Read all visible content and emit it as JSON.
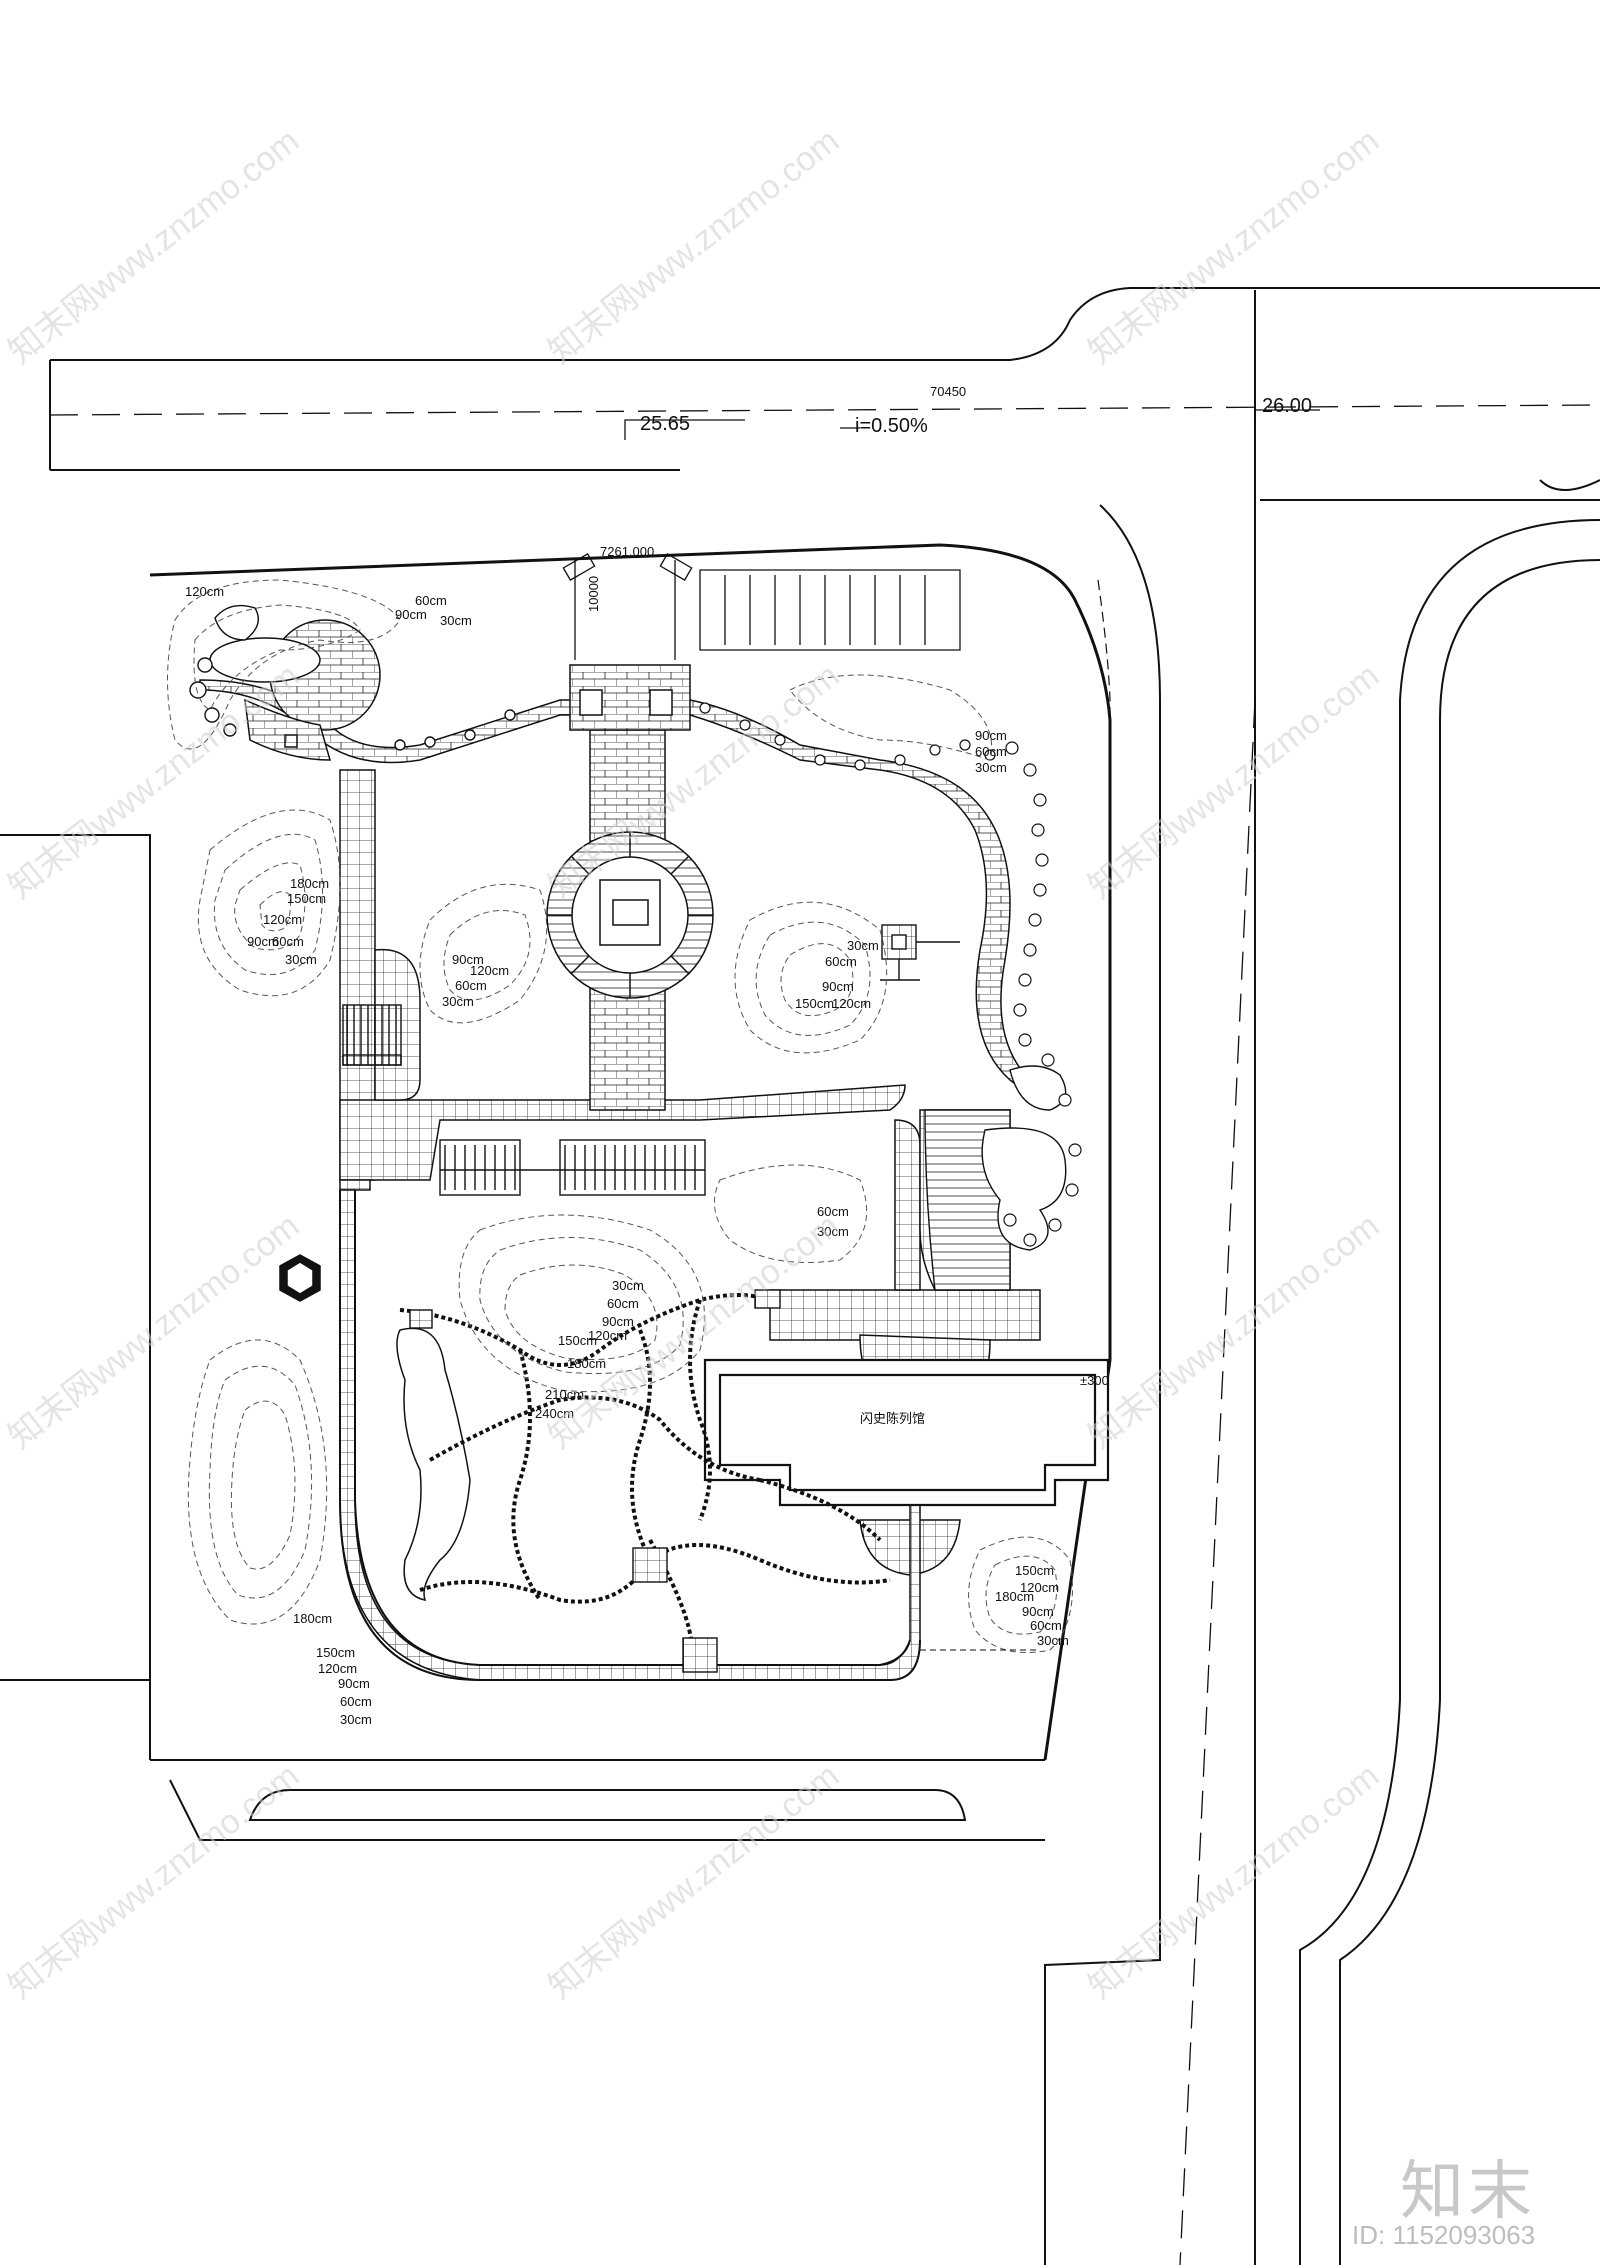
{
  "elevations": {
    "left": "25.65",
    "right": "26.00"
  },
  "slope": "i=0.50%",
  "dimensions": {
    "road_length": "70450",
    "entrance_width": "10000",
    "entrance_side": "7261.000"
  },
  "building": {
    "name": "闪史陈列馆",
    "tag": "±300"
  },
  "contours": {
    "nw": [
      "120cm",
      "60cm",
      "90cm",
      "30cm"
    ],
    "w": [
      "180cm",
      "150cm",
      "120cm",
      "90cm",
      "60cm",
      "30cm"
    ],
    "c": [
      "90cm",
      "120cm",
      "60cm",
      "30cm"
    ],
    "e": [
      "30cm",
      "60cm",
      "90cm",
      "150cm",
      "120cm"
    ],
    "ne": [
      "90cm",
      "60cm",
      "30cm"
    ],
    "mid": [
      "60cm",
      "30cm"
    ],
    "hill": [
      "30cm",
      "60cm",
      "90cm",
      "120cm",
      "150cm",
      "180cm",
      "210cm",
      "240cm"
    ],
    "sw": [
      "180cm",
      "150cm",
      "120cm",
      "90cm",
      "60cm",
      "30cm"
    ],
    "se": [
      "150cm",
      "120cm",
      "180cm",
      "90cm",
      "60cm",
      "30cm"
    ]
  },
  "watermark": {
    "text": "知末网www.znzmo.com"
  },
  "brand": "知末",
  "image_id": "ID: 1152093063"
}
